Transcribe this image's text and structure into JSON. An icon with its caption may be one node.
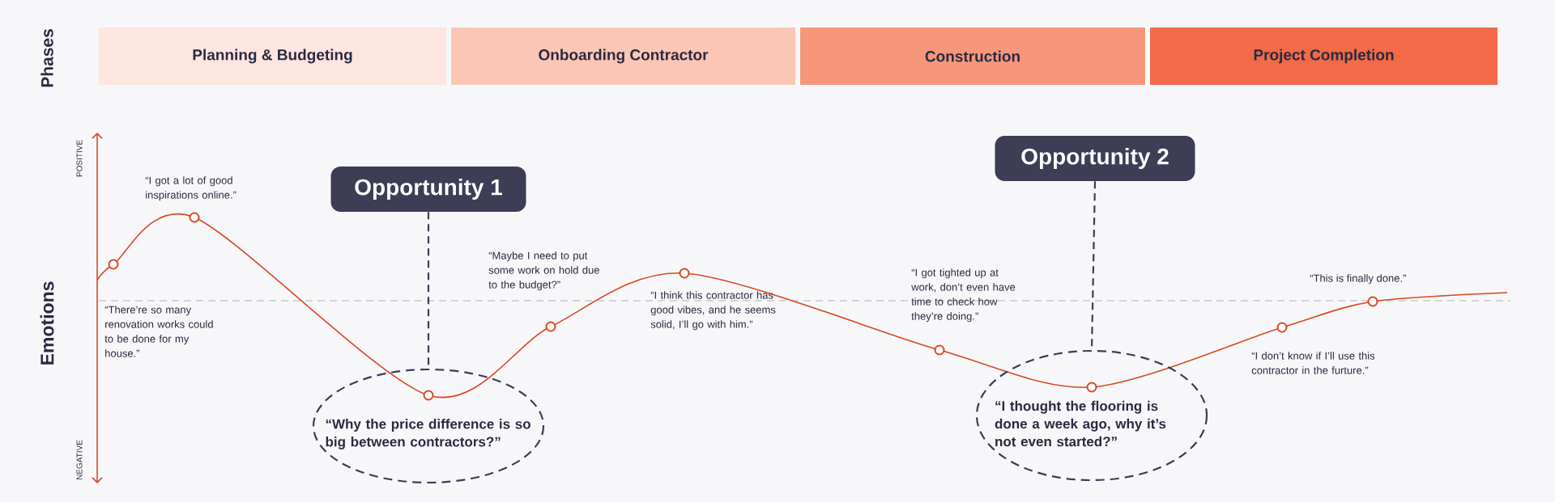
{
  "diagram": {
    "nodes": [
      {
        "text": [
          "Planning & Budgeting"
        ]
      },
      {
        "text": [
          "Onboarding Contractor"
        ]
      },
      {
        "text": [
          "Construction"
        ]
      },
      {
        "text": [
          "Project Completion"
        ]
      },
      {
        "text": [
          "Opportunity 1"
        ]
      },
      {
        "text": [
          "“Why the price difference is so big between contractors?”"
        ]
      },
      {
        "text": [
          "Opportunity 2"
        ]
      },
      {
        "text": [
          "“I thought the flooring is done a week ago, why it’s not even started?”"
        ]
      }
    ],
    "edges": [
      {
        "from": 4,
        "to": 5,
        "arrow": "none",
        "style": "dashed"
      },
      {
        "from": 6,
        "to": 7,
        "arrow": "none",
        "style": "dashed"
      }
    ],
    "labels": [
      "Phases",
      "Emotions",
      "POSITIVE",
      "“I got a lot of good inspirations online.”",
      "“There’re so many renovation works could to be done for my house.”",
      "“Maybe I need to put some work on hold due to the budget?”",
      "“I think this contractor has good vibes, and he seems solid, I’ll go with him.”",
      "“I got tighted up at work, don’t even have time to check how they’re doing.”",
      "“This is finally done.”",
      "“I don’t know if I’ll use this contractor in the furture.”",
      "NEGATIVE"
    ]
  }
}
